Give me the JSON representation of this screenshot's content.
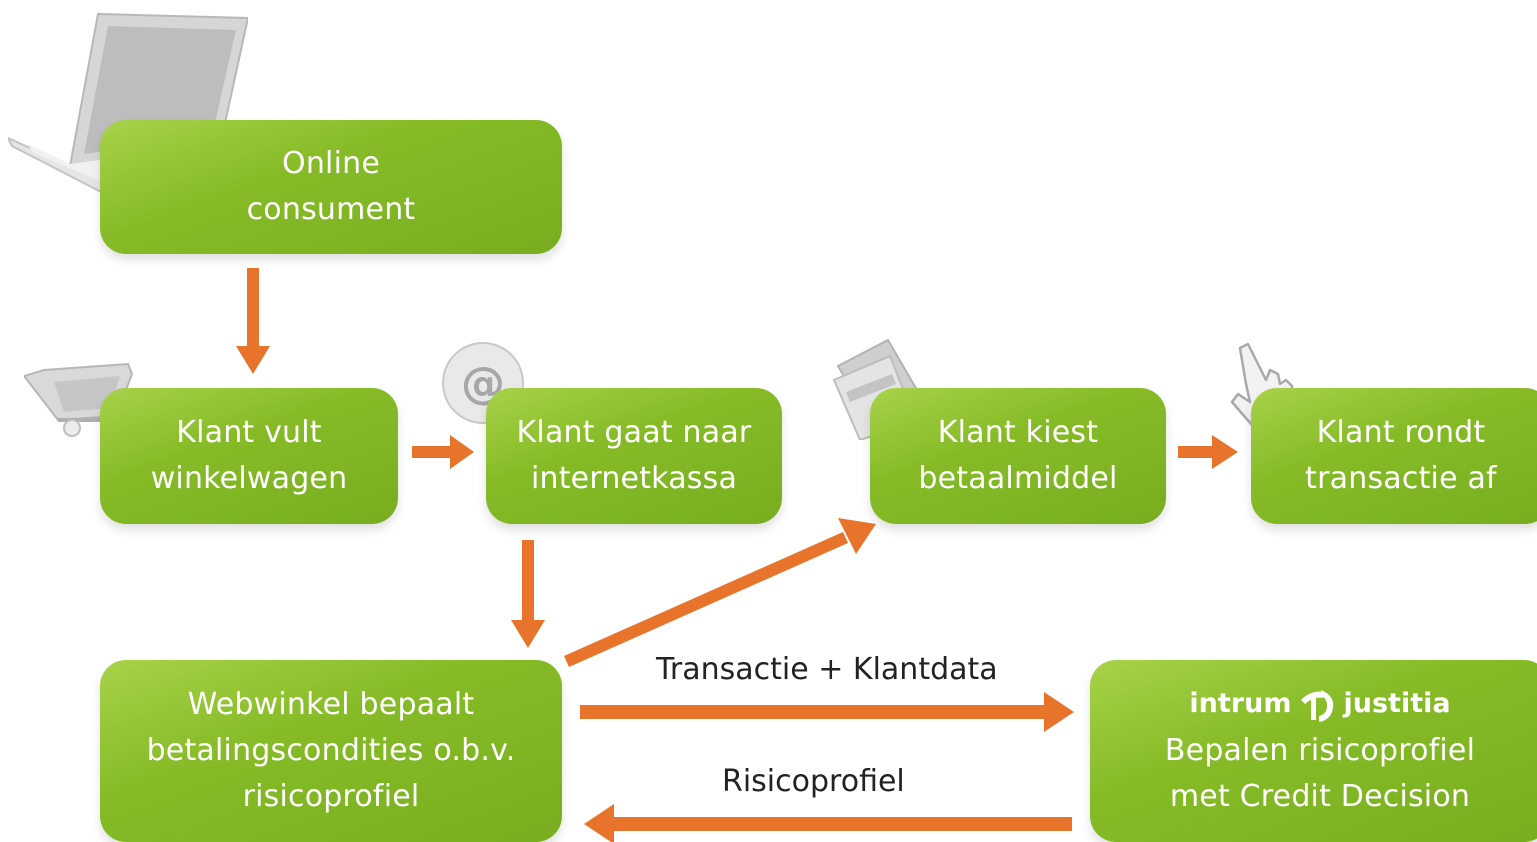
{
  "nodes": {
    "online_consument": {
      "line1": "Online",
      "line2": "consument"
    },
    "winkelwagen": {
      "line1": "Klant vult",
      "line2": "winkelwagen"
    },
    "internetkassa": {
      "line1": "Klant gaat naar",
      "line2": "internetkassa"
    },
    "betaalmiddel": {
      "line1": "Klant kiest",
      "line2": "betaalmiddel"
    },
    "transactie": {
      "line1": "Klant rondt",
      "line2": "transactie af"
    },
    "webwinkel": {
      "line1": "Webwinkel bepaalt",
      "line2": "betalingscondities o.b.v.",
      "line3": "risicoprofiel"
    },
    "intrum": {
      "brand_left": "intrum",
      "brand_right": "justitia",
      "line1": "Bepalen risicoprofiel",
      "line2": "met Credit Decision"
    }
  },
  "edges": {
    "transactie_klantdata": "Transactie + Klantdata",
    "risicoprofiel": "Risicoprofiel"
  },
  "icons": {
    "laptop": "laptop-icon",
    "cart": "shopping-cart-icon",
    "at": "at-sign-icon",
    "cards": "payment-cards-icon",
    "hand": "pointing-hand-icon"
  },
  "colors": {
    "box_green": "#86bb27",
    "arrow_orange": "#e8732a",
    "text_white": "#ffffff"
  }
}
